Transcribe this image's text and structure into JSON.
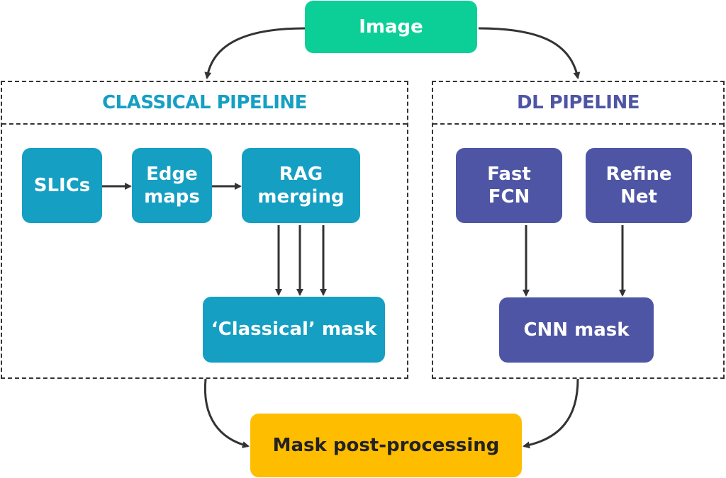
{
  "colors": {
    "green": "#0ccf97",
    "teal": "#159fc3",
    "indigo": "#4e55a4",
    "amber": "#ffbd00",
    "connector": "#333333"
  },
  "nodes": {
    "image": "Image",
    "post_processing": "Mask post-processing"
  },
  "classical": {
    "title": "CLASSICAL PIPELINE",
    "slics": "SLICs",
    "edge_maps": "Edge\nmaps",
    "rag_merging": "RAG\nmerging",
    "mask": "‘Classical’ mask"
  },
  "dl": {
    "title": "DL PIPELINE",
    "fast_fcn": "Fast\nFCN",
    "refine_net": "Refine\nNet",
    "mask": "CNN mask"
  }
}
